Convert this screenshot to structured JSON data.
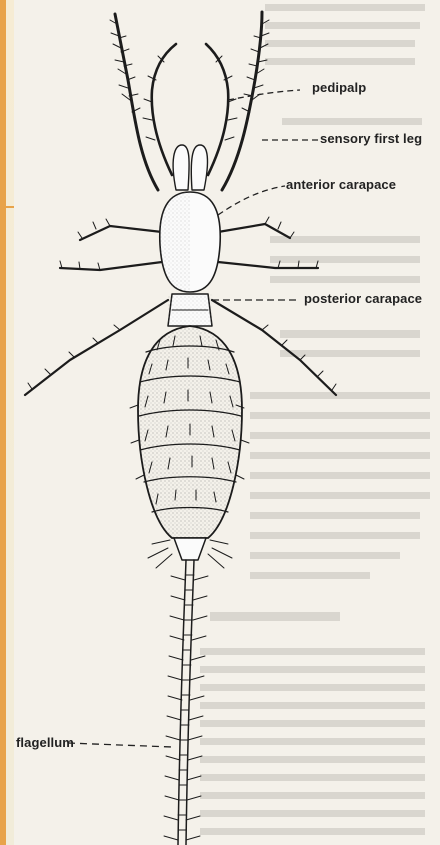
{
  "colors": {
    "slide_background": "#f1ecd9",
    "accent_bar": "#e8a34a",
    "text_page": "#f4f1ea",
    "ink": "#222222"
  },
  "diagram": {
    "labels": {
      "pedipalp": "pedipalp",
      "sensory_first_leg": "sensory first leg",
      "anterior_carapace": "anterior carapace",
      "posterior_carapace": "posterior carapace",
      "flagellum": "flagellum"
    }
  }
}
